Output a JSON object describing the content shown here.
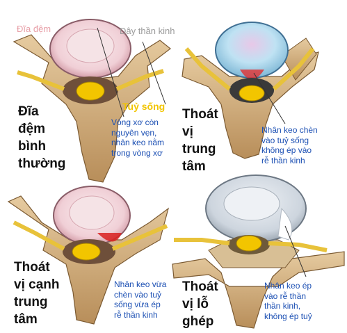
{
  "panel_normal": {
    "title": "Đĩa\nđệm\nbình\nthường",
    "label_disc": "Đĩa đệm",
    "label_nerve": "Dây thần kinh",
    "label_cord": "Tuỷ sống",
    "note": "Vòng xơ còn\nnguyên vẹn,\nnhân keo nằm\ntrong vòng xơ"
  },
  "panel_central": {
    "title": "Thoát\nvị\ntrung\ntâm",
    "note": "Nhân keo chèn\nvào tuỷ sống\nkhông  ép vào\nrễ thần kinh"
  },
  "panel_paracentral": {
    "title": "Thoát\nvị cạnh\ntrung\ntâm",
    "note": "Nhân keo vừa\nchèn vào tuỷ\nsống vừa ép\nrễ thần kinh"
  },
  "panel_foraminal": {
    "title": "Thoát\nvị lỗ\nghép",
    "note": "Nhân keo ép\nvào rễ thần\nthần kinh,\nkhông ép tuỷ"
  },
  "colors": {
    "label_blue": "#1b4fb3",
    "cord_yellow": "#f2c500",
    "disc_pink": "#f1d6dc",
    "bone": "#d9b98a",
    "nerve": "#e8c23a",
    "disc_label_pink": "#e8a0a8",
    "nerve_label_gray": "#9a9a9a"
  }
}
